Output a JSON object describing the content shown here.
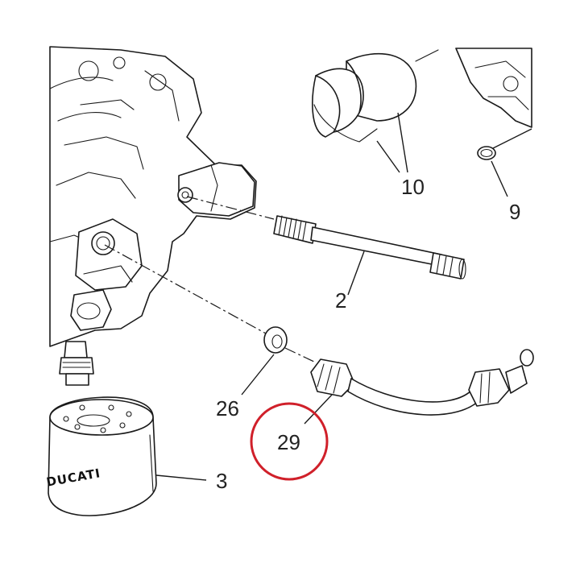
{
  "callouts": {
    "ring_pair": "10",
    "o_ring": "9",
    "stud": "2",
    "washer": "26",
    "oil_pipe": "29",
    "oil_filter": "3"
  },
  "filter_brand": "DUCATI",
  "colors": {
    "line_art": "#1a1a1a",
    "highlight_circle": "#d0202a",
    "background": "#ffffff"
  },
  "highlighted_callout": "29"
}
